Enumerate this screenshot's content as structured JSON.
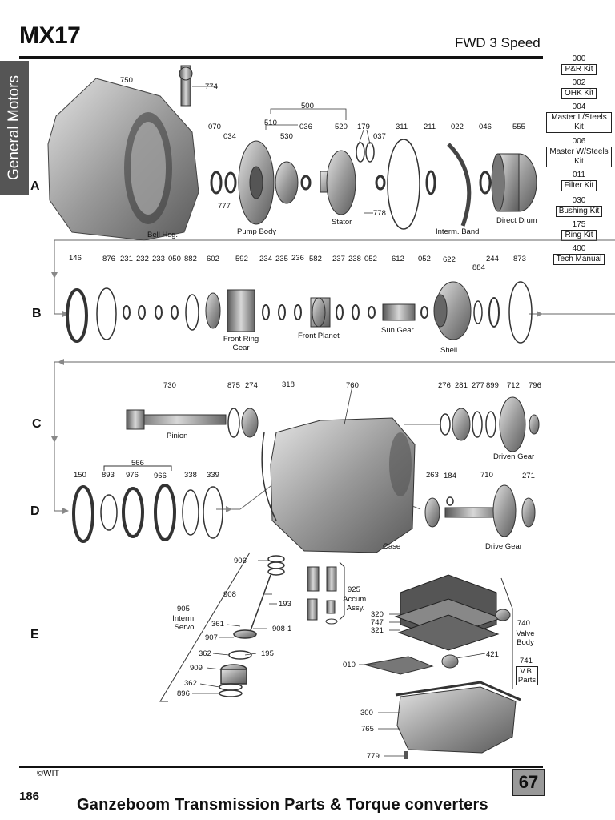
{
  "header": {
    "title": "MX17",
    "subtitle": "FWD 3 Speed",
    "manufacturer": "General Motors"
  },
  "rows": [
    "A",
    "B",
    "C",
    "D",
    "E"
  ],
  "kits": [
    {
      "code": "000",
      "label": "P&R Kit"
    },
    {
      "code": "002",
      "label": "OHK Kit"
    },
    {
      "code": "004",
      "label": "Master L/Steels Kit"
    },
    {
      "code": "006",
      "label": "Master W/Steels Kit"
    },
    {
      "code": "011",
      "label": "Filter Kit"
    },
    {
      "code": "030",
      "label": "Bushing Kit"
    },
    {
      "code": "175",
      "label": "Ring Kit"
    },
    {
      "code": "400",
      "label": "Tech Manual"
    }
  ],
  "part_numbers": {
    "p750": "750",
    "p774": "774",
    "p500": "500",
    "p510": "510",
    "p520": "520",
    "p070": "070",
    "p034": "034",
    "p530": "530",
    "p036": "036",
    "p179": "179",
    "p037": "037",
    "p311": "311",
    "p211": "211",
    "p022": "022",
    "p046": "046",
    "p555": "555",
    "p777": "777",
    "p778": "778",
    "p146": "146",
    "p876": "876",
    "p231": "231",
    "p232": "232",
    "p233": "233",
    "p050": "050",
    "p882": "882",
    "p602": "602",
    "p592": "592",
    "p234": "234",
    "p235": "235",
    "p236": "236",
    "p582": "582",
    "p237": "237",
    "p238": "238",
    "p052a": "052",
    "p612": "612",
    "p052b": "052",
    "p622": "622",
    "p884": "884",
    "p244": "244",
    "p873": "873",
    "p730": "730",
    "p875": "875",
    "p274": "274",
    "p318": "318",
    "p760": "760",
    "p276": "276",
    "p281": "281",
    "p277": "277",
    "p899": "899",
    "p712": "712",
    "p796": "796",
    "p566": "566",
    "p150": "150",
    "p893": "893",
    "p976": "976",
    "p966": "966",
    "p338": "338",
    "p339": "339",
    "p263": "263",
    "p184": "184",
    "p710": "710",
    "p271": "271",
    "p906": "906",
    "p908": "908",
    "p193": "193",
    "p905": "905",
    "p361": "361",
    "p9081": "908-1",
    "p907": "907",
    "p362a": "362",
    "p195": "195",
    "p909": "909",
    "p362b": "362",
    "p896": "896",
    "p925": "925",
    "p320": "320",
    "p747": "747",
    "p321": "321",
    "p740": "740",
    "p421": "421",
    "p010": "010",
    "p741": "741",
    "p300": "300",
    "p765": "765",
    "p779": "779"
  },
  "part_labels": {
    "bell_hsg": "Bell Hsg.",
    "pump_body": "Pump Body",
    "stator": "Stator",
    "interm_band": "Interm. Band",
    "direct_drum": "Direct Drum",
    "front_ring_gear": "Front Ring Gear",
    "front_planet": "Front Planet",
    "sun_gear": "Sun Gear",
    "shell": "Shell",
    "pinion": "Pinion",
    "driven_gear": "Driven Gear",
    "case": "Case",
    "drive_gear": "Drive Gear",
    "interm_servo": "Interm. Servo",
    "accum_assy": "Accum. Assy.",
    "valve_body": "Valve Body",
    "vb_parts": "V.B. Parts"
  },
  "footer": {
    "copyright": "©WIT",
    "page_box": "67",
    "page_number": "186",
    "company": "Ganzeboom Transmission Parts & Torque converters"
  }
}
